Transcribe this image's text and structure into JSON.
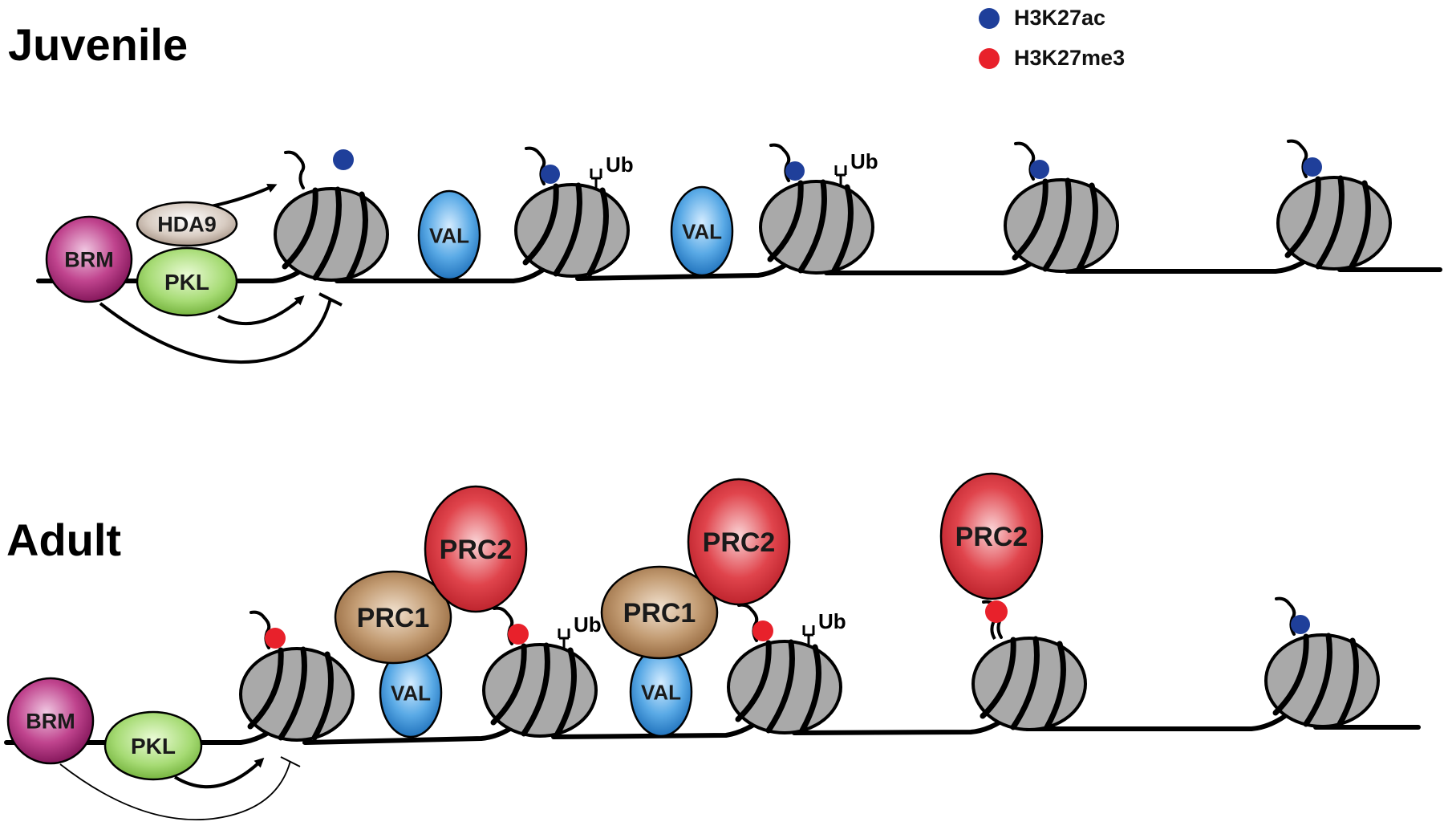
{
  "sections": {
    "juvenile_title": "Juvenile",
    "adult_title": "Adult"
  },
  "legend": [
    {
      "label": "H3K27ac",
      "color": "#1f3f9a"
    },
    {
      "label": "H3K27me3",
      "color": "#e8212b"
    }
  ],
  "labels": {
    "brm": "BRM",
    "pkl": "PKL",
    "hda9": "HDA9",
    "val": "VAL",
    "prc1": "PRC1",
    "prc2": "PRC2",
    "ub": "Ub"
  },
  "colors": {
    "nucleosome": "#a9a9a9",
    "brm": "#9b1c6c",
    "pkl": "#86c64a",
    "hda9": "#b9a89b",
    "val": "#2f8ad0",
    "prc1": "#a8784d",
    "prc2": "#d1242f",
    "h3k27ac": "#1f3f9a",
    "h3k27me3": "#e8212b"
  }
}
